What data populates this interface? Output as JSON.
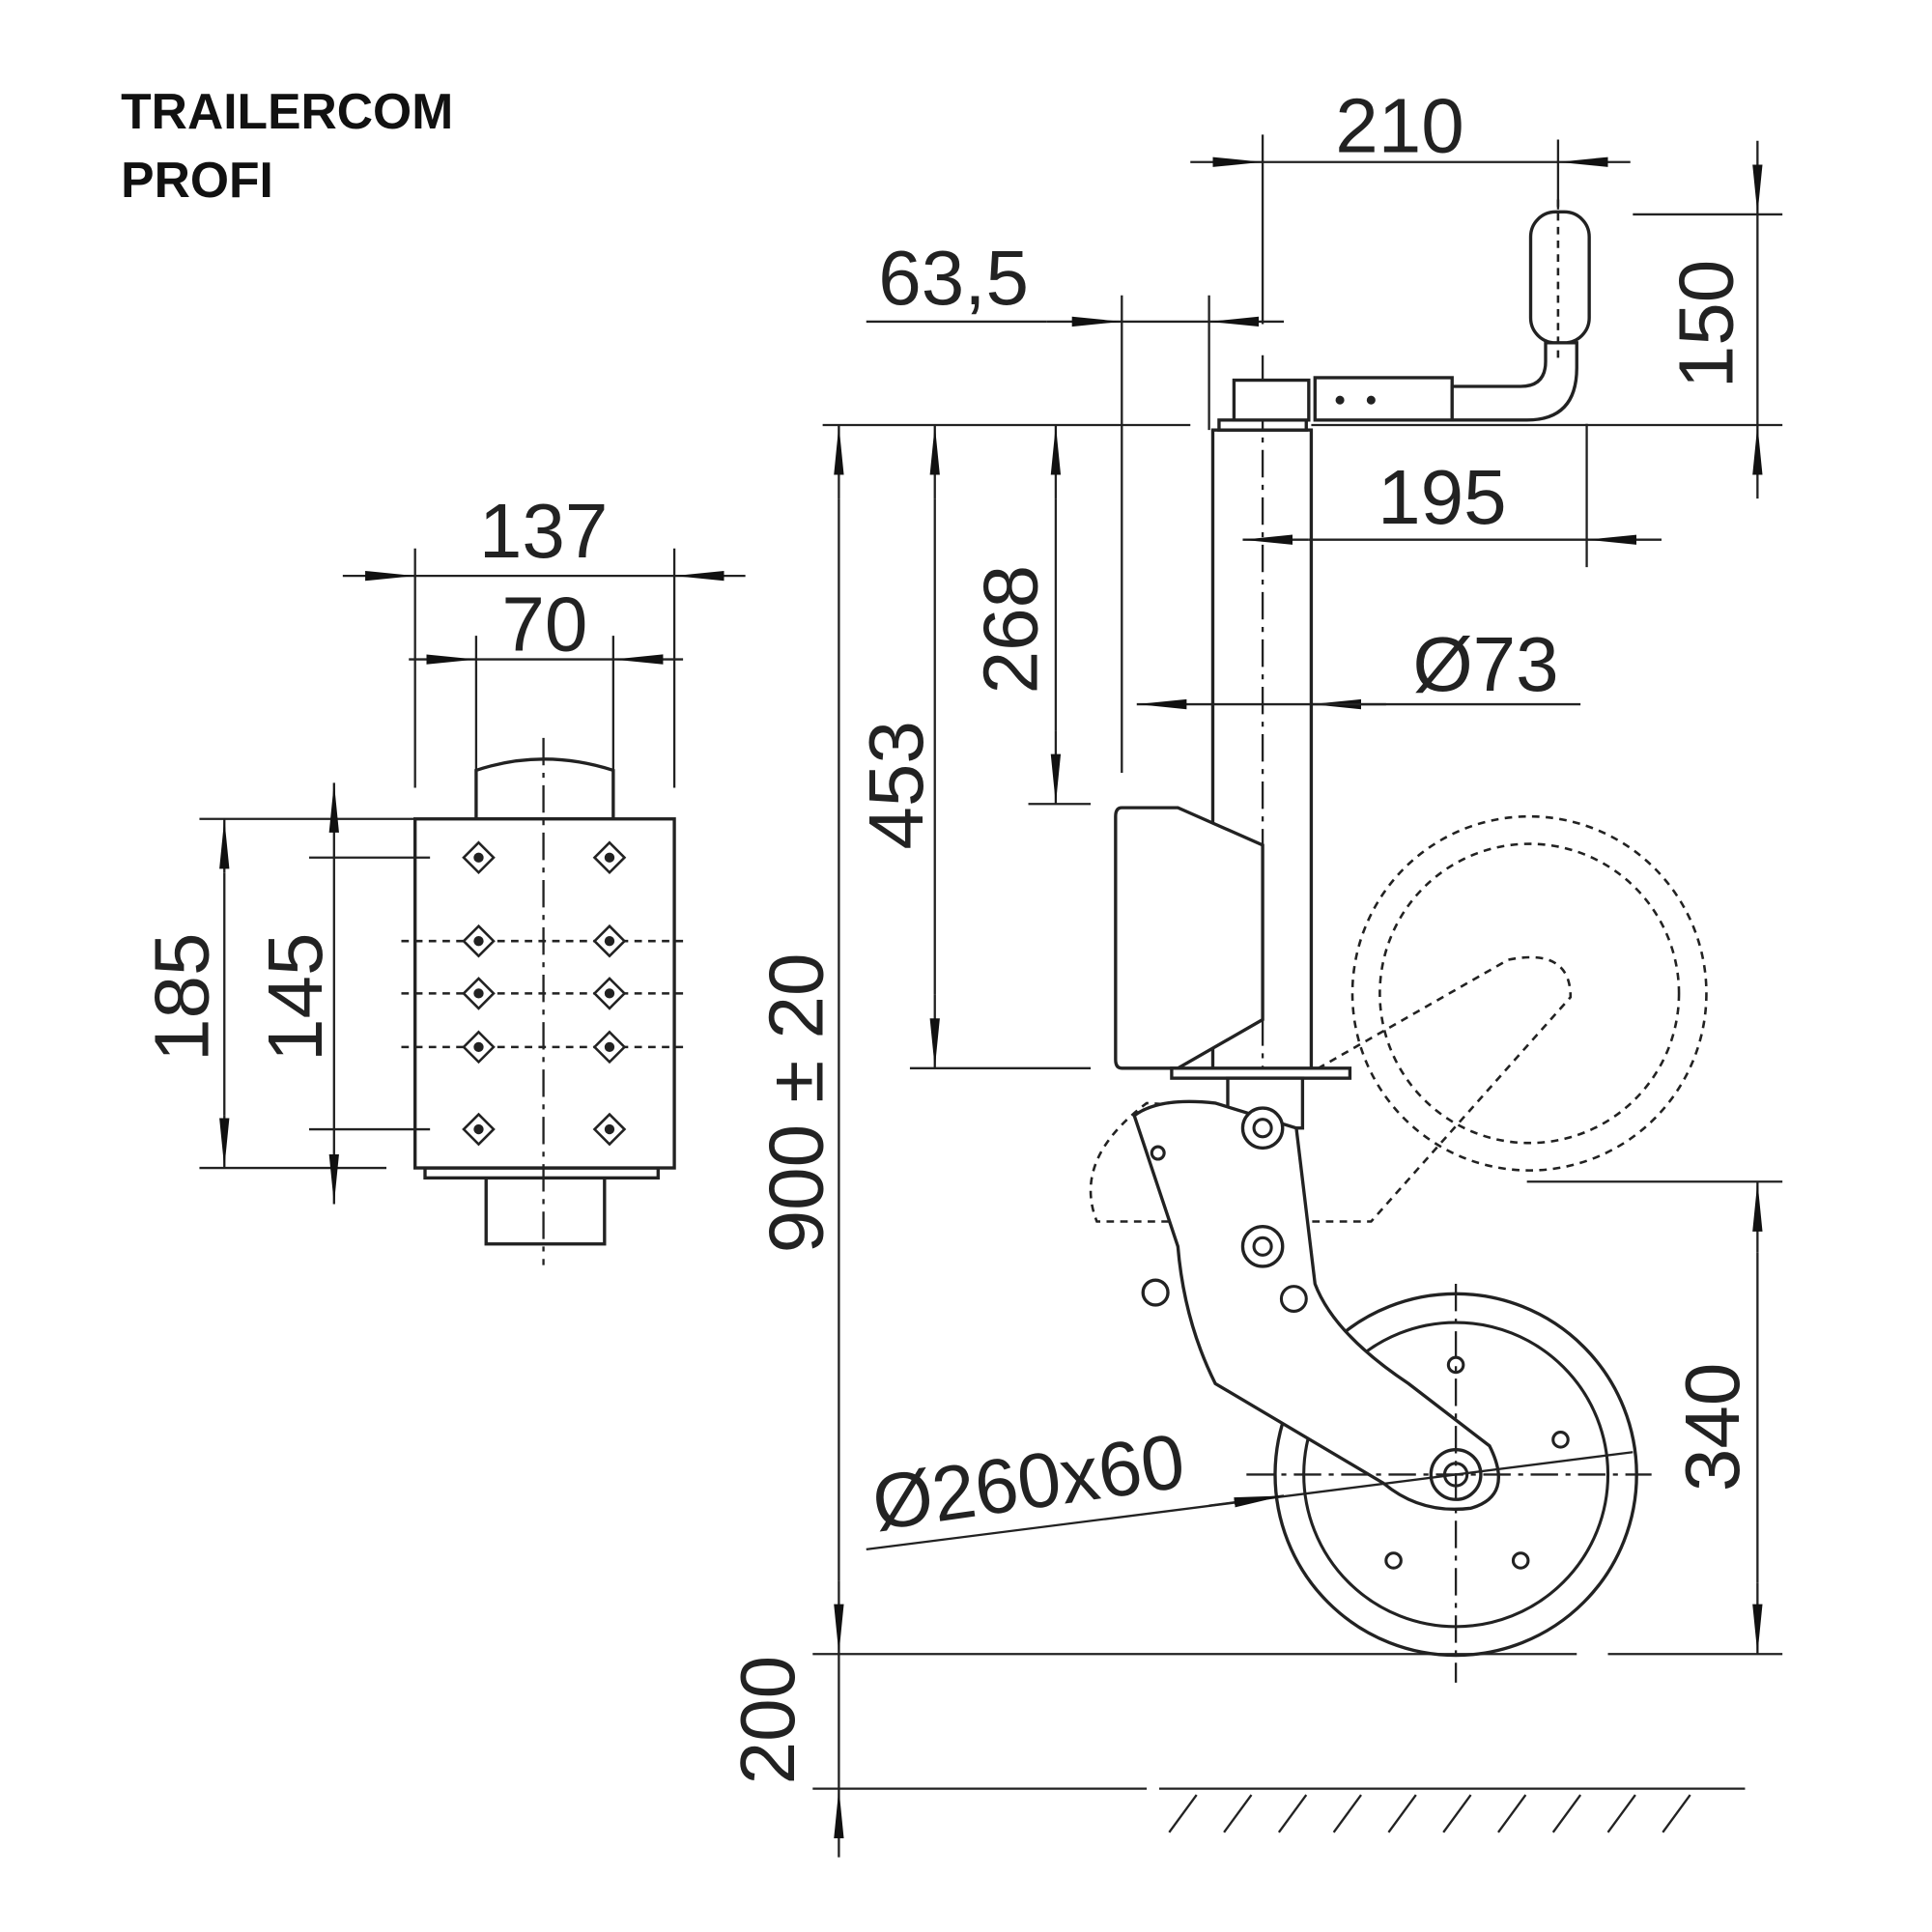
{
  "title": {
    "line1": "TRAILERCOM",
    "line2": "PROFI"
  },
  "dimensions": {
    "width_total": "137",
    "hole_spacing": "70",
    "plate_height": "185",
    "hole_pitch": "145",
    "handle_offset": "210",
    "clamp_offset": "63,5",
    "handle_height": "150",
    "handle_reach": "195",
    "tube_diameter": "Ø73",
    "to_clamp_top": "268",
    "to_clamp_bottom": "453",
    "overall_height": "900 ± 20",
    "wheel_size": "Ø260x60",
    "wheel_lift": "340",
    "ground_clearance": "200"
  }
}
